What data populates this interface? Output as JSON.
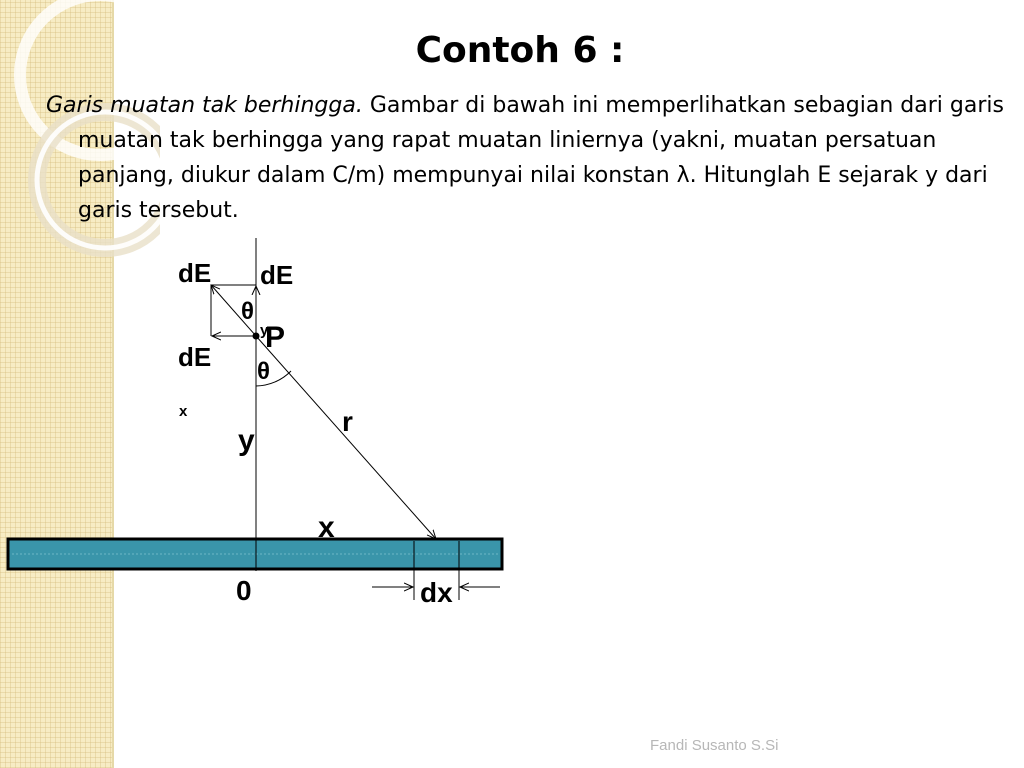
{
  "slide": {
    "title": "Contoh 6 :",
    "paragraph": {
      "lead_italic": "Garis muatan tak berhingga.",
      "text": " Gambar di bawah ini memperlihatkan sebagian dari garis muatan tak berhingga yang rapat muatan liniernya (yakni, muatan persatuan panjang, diukur dalam C/m) mempunyai nilai konstan λ. Hitunglah E sejarak y dari garis tersebut."
    },
    "footer": "Fandi Susanto S.Si"
  },
  "diagram": {
    "labels": {
      "dE_left": "dE",
      "dE_right": "dE",
      "dE_y_sub": "y",
      "theta_top": "θ",
      "point": "P",
      "theta_bottom": "θ",
      "dE_lower": "dE",
      "dE_lower_sub": "x",
      "y": "y",
      "r": "r",
      "x": "x",
      "origin": "0",
      "dx": "dx"
    },
    "colors": {
      "charged_line_fill": "#3a95aa",
      "stroke": "#000000",
      "side_band": "#f7ecc4"
    }
  }
}
